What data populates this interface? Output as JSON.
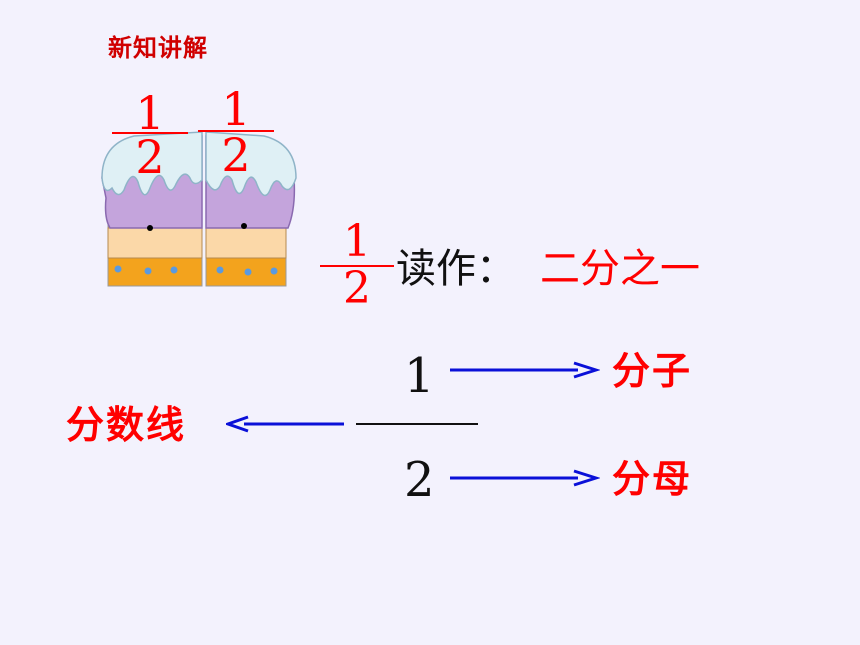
{
  "heading": "新知讲解",
  "cake": {
    "left_fraction": {
      "numerator": "1",
      "denominator": "2"
    },
    "right_fraction": {
      "numerator": "1",
      "denominator": "2"
    }
  },
  "reading": {
    "fraction": {
      "numerator": "1",
      "denominator": "2"
    },
    "label": "读作：",
    "value": "二分之一"
  },
  "anatomy": {
    "numerator": "1",
    "denominator": "2",
    "numerator_label": "分子",
    "denominator_label": "分母",
    "line_label": "分数线"
  },
  "colors": {
    "red": "#ff0000",
    "arrow_blue": "#0a10d8",
    "background": "#f3f2fd"
  }
}
